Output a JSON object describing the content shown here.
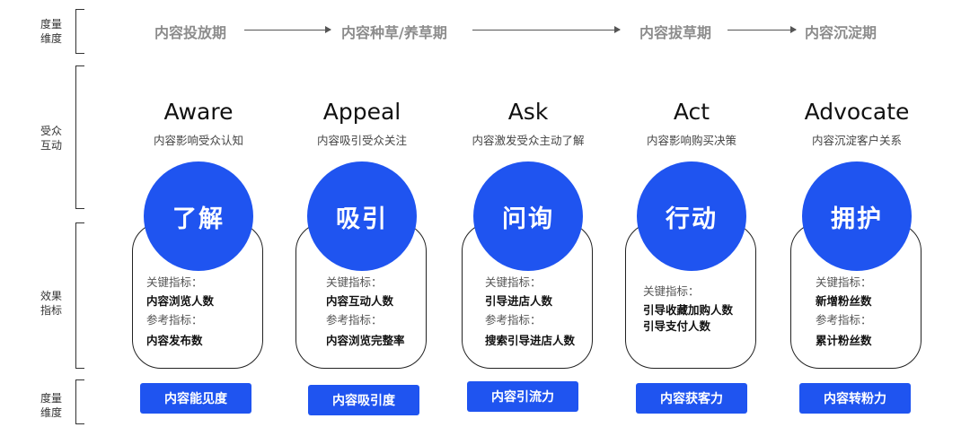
{
  "rows": {
    "row1_label": "度量维度",
    "row2_label": "受众互动",
    "row3_label": "效果指标",
    "row4_label": "度量维度"
  },
  "phases": [
    "内容投放期",
    "内容种草/养草期",
    "内容拔草期",
    "内容沉淀期"
  ],
  "stages": [
    {
      "title": "Aware",
      "subtitle": "内容影响受众认知",
      "circle": "了解",
      "lines": [
        {
          "kind": "label",
          "text": "关键指标："
        },
        {
          "kind": "value",
          "text": "内容浏览人数"
        },
        {
          "kind": "label",
          "text": "参考指标："
        },
        {
          "kind": "value",
          "text": "内容发布数"
        }
      ],
      "dimension": "内容能见度"
    },
    {
      "title": "Appeal",
      "subtitle": "内容吸引受众关注",
      "circle": "吸引",
      "lines": [
        {
          "kind": "label",
          "text": "关键指标："
        },
        {
          "kind": "value",
          "text": "内容互动人数"
        },
        {
          "kind": "label",
          "text": "参考指标："
        },
        {
          "kind": "value",
          "text": "内容浏览完整率"
        }
      ],
      "dimension": "内容吸引度"
    },
    {
      "title": "Ask",
      "subtitle": "内容激发受众主动了解",
      "circle": "问询",
      "lines": [
        {
          "kind": "label",
          "text": "关键指标："
        },
        {
          "kind": "value",
          "text": "引导进店人数"
        },
        {
          "kind": "label",
          "text": "参考指标："
        },
        {
          "kind": "value",
          "text": "搜索引导进店人数"
        }
      ],
      "dimension": "内容引流力"
    },
    {
      "title": "Act",
      "subtitle": "内容影响购买决策",
      "circle": "行动",
      "lines": [
        {
          "kind": "label",
          "text": "关键指标："
        },
        {
          "kind": "value",
          "text": "引导收藏加购人数"
        },
        {
          "kind": "value",
          "text": "引导支付人数"
        }
      ],
      "dimension": "内容获客力"
    },
    {
      "title": "Advocate",
      "subtitle": "内容沉淀客户关系",
      "circle": "拥护",
      "lines": [
        {
          "kind": "label",
          "text": "关键指标："
        },
        {
          "kind": "value",
          "text": "新增粉丝数"
        },
        {
          "kind": "label",
          "text": "参考指标："
        },
        {
          "kind": "value",
          "text": "累计粉丝数"
        }
      ],
      "dimension": "内容转粉力"
    }
  ],
  "colors": {
    "accent": "#1f54f0",
    "phase_text": "#8c8c8c"
  }
}
